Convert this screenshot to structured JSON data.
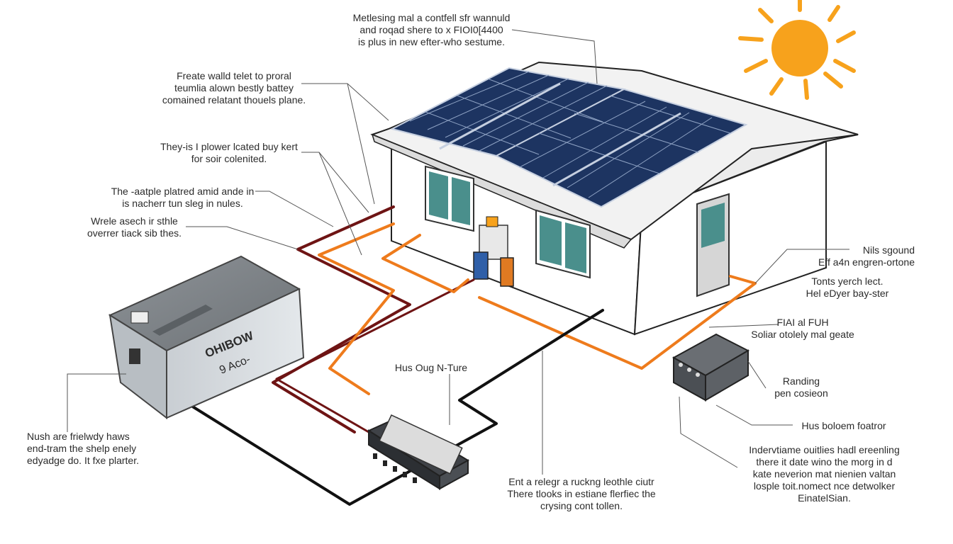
{
  "labels": {
    "top_center": "Metlesing mal a contfell sfr wannuld\nand roqad shere to x FIOI0[4400\nis plus in new efter-who sestume.",
    "left_1": "Freate walld telet to proral\nteumlia alown bestly battey\ncomained relatant thouels plane.",
    "left_2": "They-is I plower lcated buy kert\nfor soir colenited.",
    "left_3": "The -aatple platred amid ande in\nis nacherr tun sleg in nules.",
    "left_4": "Wrele asech ir sthle\noverrer tiack sib thes.",
    "bottom_left": "Nush are frielwdy haws\nend-tram the shelp enely\nedyadge do. It fxe plarter.",
    "center": "Hus Oug N-Ture",
    "bottom_center": "Ent a relegr a ruckng leothle ciutr\nThere tlooks in estiane flerfiec the\ncrysing cont tollen.",
    "right_1": "Nils sgound\nEff a4n engren-ortone",
    "right_2": "Tonts yerch lect.\nHel eDyer bay-ster",
    "right_3": "FIAI al FUH\nSoliar otolely mal geate",
    "right_4": "Randing\npen cosieon",
    "right_5": "Hus boloem foatror",
    "bottom_right": "Indervtiame ouitlies hadl ereenling\nthere it date wino the morg in d\nkate neverion mat nienien valtan\nlosple toit.nomect nce detwolker\nEinatelSian."
  },
  "battery": {
    "brand": "OHIBOW",
    "model": "9 Aco-"
  },
  "colors": {
    "sky": "#ffffff",
    "sun": "#f7a21c",
    "panel": "#1d3461",
    "panel_grid": "#8fa3c4",
    "house_wall": "#ffffff",
    "roof": "#eeeeee",
    "window_glass": "#4a8f8c",
    "wire_dark_red": "#6e1414",
    "wire_orange": "#ee7b1c",
    "wire_black": "#111111",
    "battery_body": "#cfd4d8",
    "battery_top": "#8d9297",
    "device_dark": "#54575b"
  }
}
